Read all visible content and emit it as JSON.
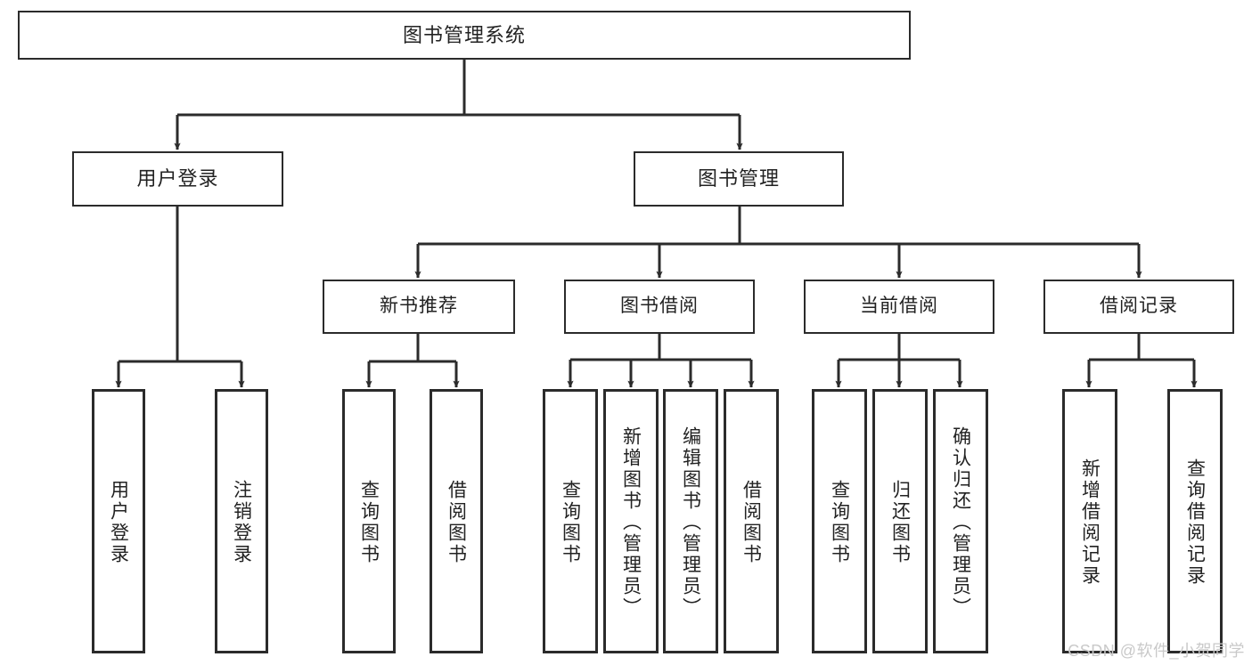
{
  "diagram": {
    "title": "图书管理系统",
    "type": "hierarchy-tree",
    "line_color": "#2b2b2b",
    "box_fill": "#ffffff",
    "text_color": "#222222",
    "root": {
      "id": "root",
      "label": "图书管理系统"
    },
    "level2": [
      {
        "id": "user-login",
        "label": "用户登录"
      },
      {
        "id": "book-management",
        "label": "图书管理"
      }
    ],
    "level3": [
      {
        "id": "new-book-recommend",
        "label": "新书推荐",
        "parent": "book-management"
      },
      {
        "id": "book-borrow",
        "label": "图书借阅",
        "parent": "book-management"
      },
      {
        "id": "current-borrow",
        "label": "当前借阅",
        "parent": "book-management"
      },
      {
        "id": "borrow-record",
        "label": "借阅记录",
        "parent": "book-management"
      }
    ],
    "leaves": [
      {
        "id": "leaf-user-login",
        "label": "用户登录",
        "parent": "user-login"
      },
      {
        "id": "leaf-logout-login",
        "label": "注销登录",
        "parent": "user-login"
      },
      {
        "id": "leaf-query-book-1",
        "label": "查询图书",
        "parent": "new-book-recommend"
      },
      {
        "id": "leaf-borrow-book-1",
        "label": "借阅图书",
        "parent": "new-book-recommend"
      },
      {
        "id": "leaf-query-book-2",
        "label": "查询图书",
        "parent": "book-borrow"
      },
      {
        "id": "leaf-add-book",
        "label": "新增图书（管理员）",
        "parent": "book-borrow"
      },
      {
        "id": "leaf-edit-book",
        "label": "编辑图书（管理员）",
        "parent": "book-borrow"
      },
      {
        "id": "leaf-borrow-book-2",
        "label": "借阅图书",
        "parent": "book-borrow"
      },
      {
        "id": "leaf-query-book-3",
        "label": "查询图书",
        "parent": "current-borrow"
      },
      {
        "id": "leaf-return-book",
        "label": "归还图书",
        "parent": "current-borrow"
      },
      {
        "id": "leaf-confirm-return",
        "label": "确认归还（管理员）",
        "parent": "current-borrow"
      },
      {
        "id": "leaf-add-record",
        "label": "新增借阅记录",
        "parent": "borrow-record"
      },
      {
        "id": "leaf-query-record",
        "label": "查询借阅记录",
        "parent": "borrow-record"
      }
    ]
  },
  "watermark": {
    "text": "CSDN @软件_小贺同学"
  }
}
